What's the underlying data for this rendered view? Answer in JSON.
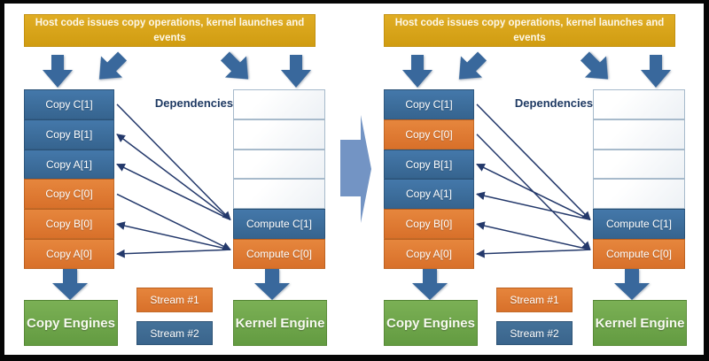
{
  "colors": {
    "stream1_orange": "#DE7B33",
    "stream2_blue": "#3A6B9B",
    "header_gold": "#D7A31A",
    "engine_green": "#6DA64A",
    "arrow_blue": "#39689C",
    "dependency_navy": "#24396B",
    "transition_arrow": "#7394C4"
  },
  "transition_arrow_icon": "right-block-arrow",
  "panels": [
    {
      "header": "Host code issues copy operations, kernel launches and events",
      "dependencies_label": "Dependencies",
      "copy_queue": [
        {
          "label": "Copy C[1]",
          "stream": 2
        },
        {
          "label": "Copy B[1]",
          "stream": 2
        },
        {
          "label": "Copy A[1]",
          "stream": 2
        },
        {
          "label": "Copy C[0]",
          "stream": 1
        },
        {
          "label": "Copy B[0]",
          "stream": 1
        },
        {
          "label": "Copy A[0]",
          "stream": 1
        }
      ],
      "kernel_queue": [
        {
          "label": "",
          "empty": true
        },
        {
          "label": "",
          "empty": true
        },
        {
          "label": "",
          "empty": true
        },
        {
          "label": "",
          "empty": true
        },
        {
          "label": "Compute C[1]",
          "stream": 2
        },
        {
          "label": "Compute C[0]",
          "stream": 1
        }
      ],
      "dependencies": [
        {
          "copy": 0,
          "kernel": 4,
          "arrow_at": "kernel"
        },
        {
          "copy": 1,
          "kernel": 4,
          "arrow_at": "copy"
        },
        {
          "copy": 2,
          "kernel": 4,
          "arrow_at": "copy"
        },
        {
          "copy": 3,
          "kernel": 5,
          "arrow_at": "kernel"
        },
        {
          "copy": 4,
          "kernel": 5,
          "arrow_at": "copy"
        },
        {
          "copy": 5,
          "kernel": 5,
          "arrow_at": "copy"
        }
      ],
      "copy_engine_label": "Copy Engines",
      "kernel_engine_label": "Kernel Engine",
      "stream1_label": "Stream #1",
      "stream2_label": "Stream #2"
    },
    {
      "header": "Host code issues copy operations, kernel launches and events",
      "dependencies_label": "Dependencies",
      "copy_queue": [
        {
          "label": "Copy C[1]",
          "stream": 2
        },
        {
          "label": "Copy C[0]",
          "stream": 1
        },
        {
          "label": "Copy B[1]",
          "stream": 2
        },
        {
          "label": "Copy A[1]",
          "stream": 2
        },
        {
          "label": "Copy B[0]",
          "stream": 1
        },
        {
          "label": "Copy A[0]",
          "stream": 1
        }
      ],
      "kernel_queue": [
        {
          "label": "",
          "empty": true
        },
        {
          "label": "",
          "empty": true
        },
        {
          "label": "",
          "empty": true
        },
        {
          "label": "",
          "empty": true
        },
        {
          "label": "Compute C[1]",
          "stream": 2
        },
        {
          "label": "Compute C[0]",
          "stream": 1
        }
      ],
      "dependencies": [
        {
          "copy": 0,
          "kernel": 4,
          "arrow_at": "kernel"
        },
        {
          "copy": 1,
          "kernel": 5,
          "arrow_at": "kernel"
        },
        {
          "copy": 2,
          "kernel": 4,
          "arrow_at": "copy"
        },
        {
          "copy": 3,
          "kernel": 4,
          "arrow_at": "copy"
        },
        {
          "copy": 4,
          "kernel": 5,
          "arrow_at": "copy"
        },
        {
          "copy": 5,
          "kernel": 5,
          "arrow_at": "copy"
        }
      ],
      "copy_engine_label": "Copy Engines",
      "kernel_engine_label": "Kernel Engine",
      "stream1_label": "Stream #1",
      "stream2_label": "Stream #2"
    }
  ]
}
